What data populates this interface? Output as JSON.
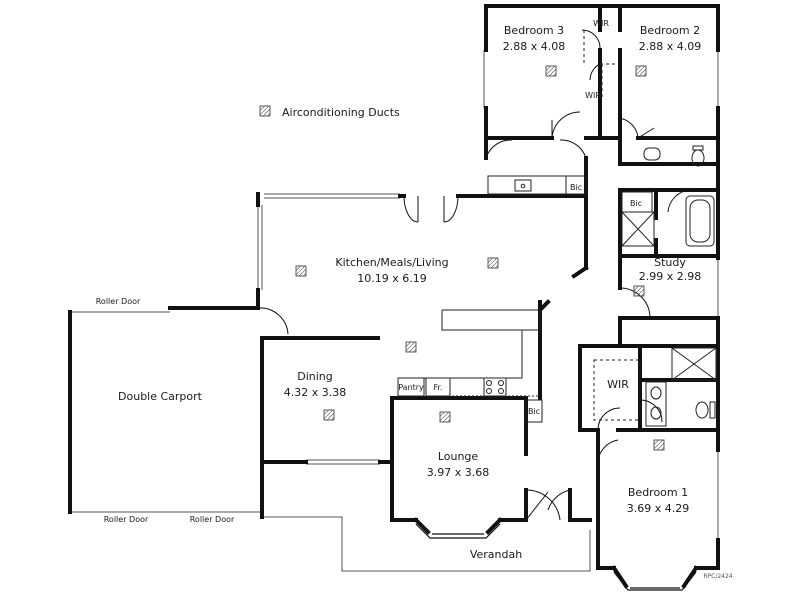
{
  "legend": {
    "duct_label": "Airconditioning Ducts"
  },
  "rooms": {
    "bedroom3": {
      "name": "Bedroom 3",
      "size": "2.88 x 4.08"
    },
    "bedroom2": {
      "name": "Bedroom 2",
      "size": "2.88 x 4.09"
    },
    "kitchen": {
      "name": "Kitchen/Meals/Living",
      "size": "10.19 x 6.19"
    },
    "study": {
      "name": "Study",
      "size": "2.99 x 2.98"
    },
    "dining": {
      "name": "Dining",
      "size": "4.32 x 3.38"
    },
    "lounge": {
      "name": "Lounge",
      "size": "3.97 x 3.68"
    },
    "bedroom1": {
      "name": "Bedroom 1",
      "size": "3.69 x 4.29"
    },
    "carport": {
      "name": "Double Carport"
    },
    "verandah": {
      "name": "Verandah"
    }
  },
  "fixtures": {
    "wir_top": "WIR",
    "wir_mid": "WIR",
    "wir_master": "WIR",
    "bic_kitchen": "Bic",
    "bic_hall": "Bic",
    "bic_lounge": "Bic",
    "pantry": "Pantry",
    "fridge": "Fr."
  },
  "doors": {
    "roller_top": "Roller Door",
    "roller_bottom_left": "Roller Door",
    "roller_bottom_right": "Roller Door"
  },
  "reference_code": "RPC/2424"
}
